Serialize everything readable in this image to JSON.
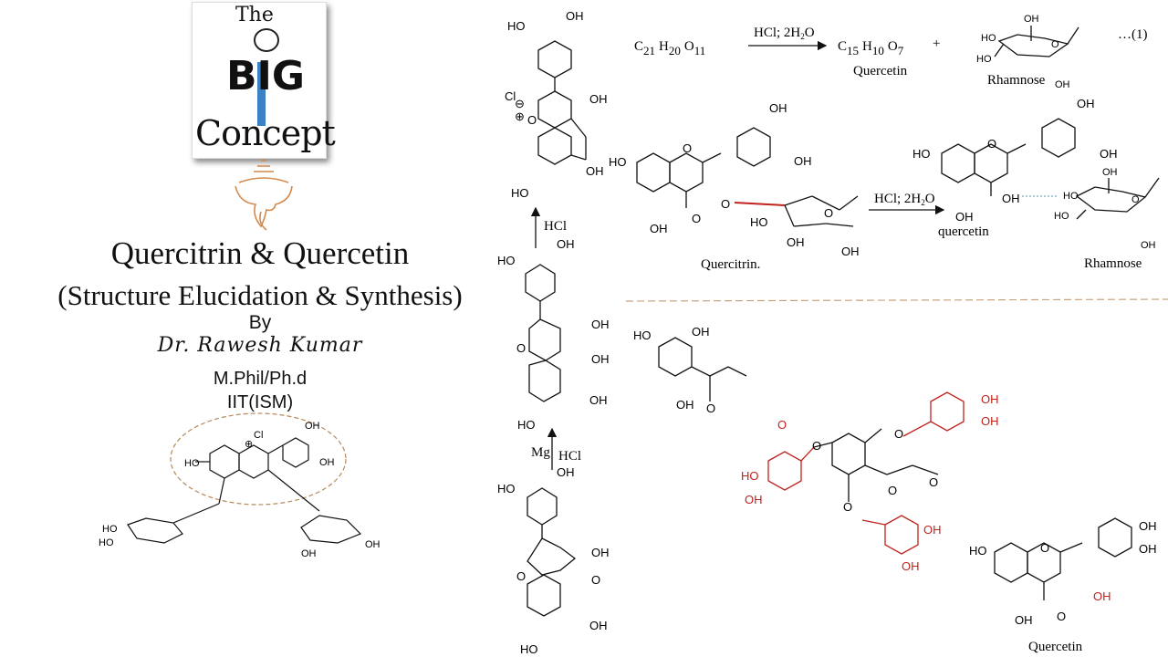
{
  "logo": {
    "the": "The",
    "big": "BIG",
    "concept": "Concept"
  },
  "title": {
    "line1": "Quercitrin  & Quercetin",
    "line2": "(Structure Elucidation & Synthesis)",
    "by": "By",
    "author": "Dr. Rawesh Kumar",
    "degree": "M.Phil/Ph.d",
    "institute": "IIT(ISM)"
  },
  "equation": {
    "reactant_C": "C",
    "reactant_C_sub": "21",
    "reactant_H": "H",
    "reactant_H_sub": "20",
    "reactant_O": "O",
    "reactant_O_sub": "11",
    "reagent": "HCl; 2H",
    "reagent_sub": "2",
    "reagent_end": "O",
    "product_C": "C",
    "product_C_sub": "15",
    "product_H": "H",
    "product_H_sub": "10",
    "product_O": "O",
    "product_O_sub": "7",
    "plus": "+",
    "product1_name": "Quercetin",
    "product2_name": "Rhamnose",
    "eq_number": "…(1)"
  },
  "labels": {
    "quercitrin": "Quercitrin.",
    "quercetin_lower": "quercetin",
    "rhamnose": "Rhamnose",
    "quercetin_final": "Quercetin",
    "hcl_up": "HCl",
    "hcl_side": "HCl; 2H",
    "hcl_side_sub": "2",
    "hcl_side_end": "O",
    "mg": "Mg",
    "hcl_mg": "HCl"
  },
  "atoms": {
    "oh": "OH",
    "ho": "HO",
    "o": "O",
    "cl": "Cl",
    "minus": "⊖",
    "plus": "⊕"
  },
  "colors": {
    "highlight_red": "#c0221c",
    "divider": "#c9a27a",
    "logo_blue": "#3b82c4",
    "ganesh": "#d4894a"
  }
}
